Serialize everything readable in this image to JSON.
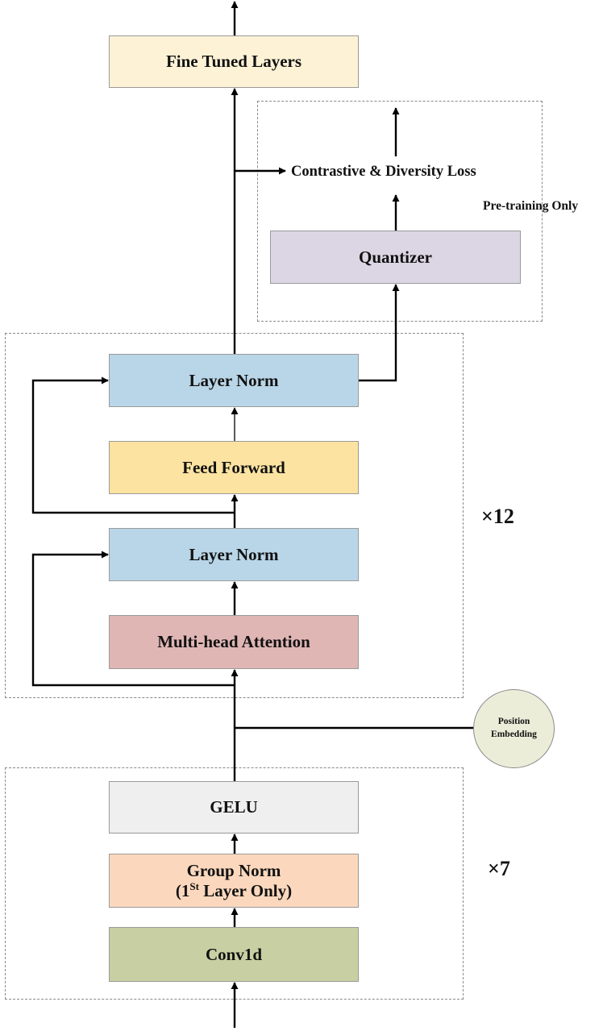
{
  "blocks": {
    "fine_tuned": {
      "label": "Fine Tuned Layers",
      "color": "#fdf2d6"
    },
    "quantizer": {
      "label": "Quantizer",
      "color": "#dcd6e4"
    },
    "layer_norm_top": {
      "label": "Layer Norm",
      "color": "#b9d6e8"
    },
    "feed_forward": {
      "label": "Feed Forward",
      "color": "#fde3a1"
    },
    "layer_norm_bottom": {
      "label": "Layer Norm",
      "color": "#b9d6e8"
    },
    "attention": {
      "label": "Multi-head Attention",
      "color": "#e0b6b5"
    },
    "gelu": {
      "label": "GELU",
      "color": "#efefef"
    },
    "group_norm": {
      "line1": "Group Norm",
      "line2_prefix": "(1",
      "line2_sup": "St",
      "line2_suffix": " Layer Only)",
      "color": "#fbd8bd"
    },
    "conv1d": {
      "label": "Conv1d",
      "color": "#c8cfa2"
    }
  },
  "labels": {
    "loss": "Contrastive & Diversity Loss",
    "pretraining": "Pre-training Only",
    "repeat_transformer": "×12",
    "repeat_conv": "×7"
  },
  "position_embedding": {
    "line1": "Position",
    "line2": "Embedding",
    "color": "#ecedd9"
  }
}
